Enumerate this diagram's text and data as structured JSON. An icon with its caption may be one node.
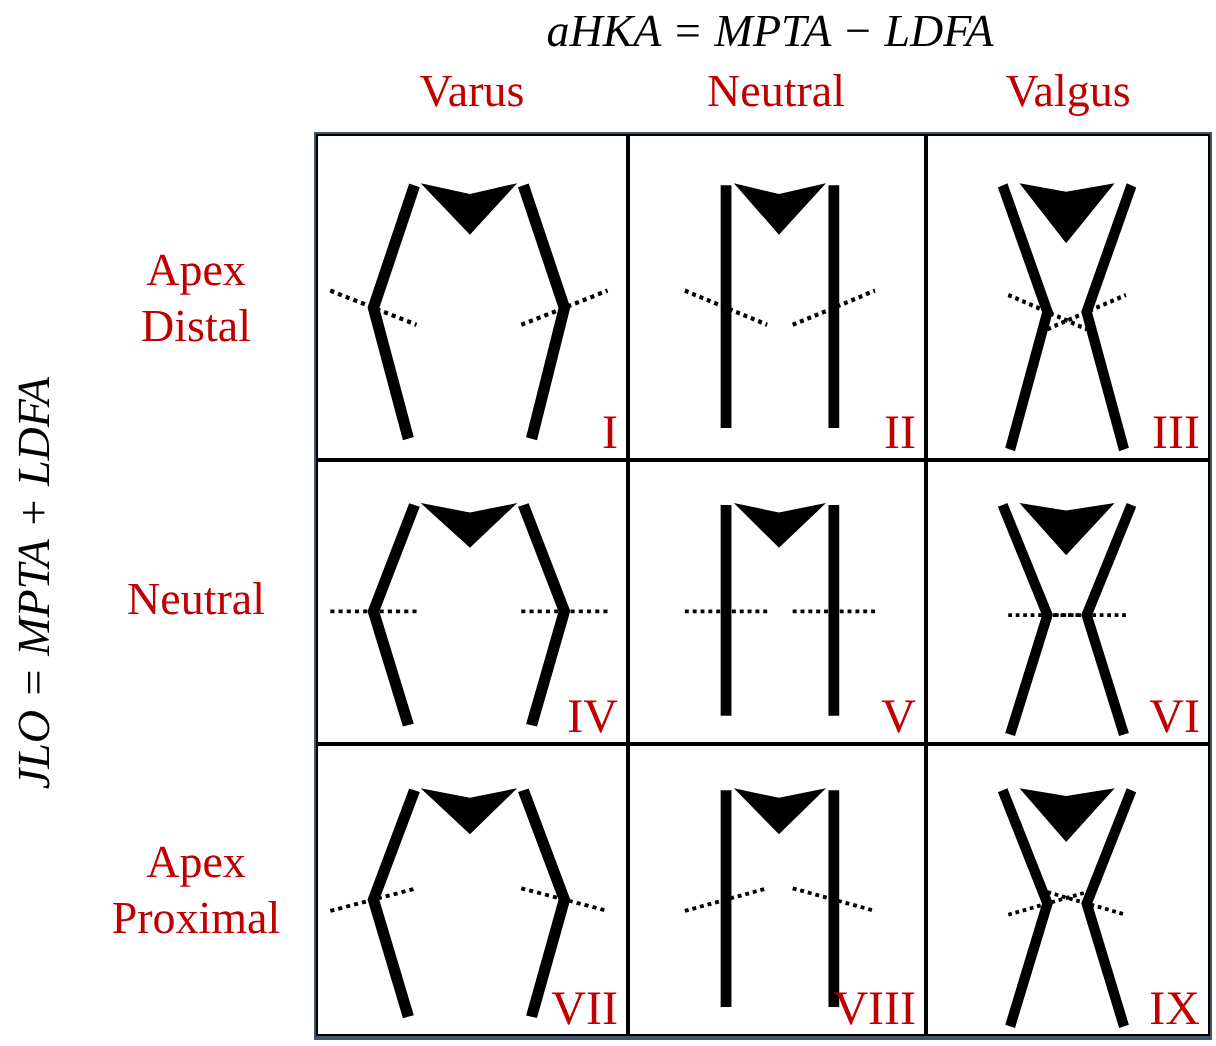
{
  "diagram": {
    "title": "aHKA = MPTA − LDFA",
    "nodes": [
      {
        "text": [
          "I"
        ]
      },
      {
        "text": [
          "II"
        ]
      },
      {
        "text": [
          "III"
        ]
      },
      {
        "text": [
          "IV"
        ]
      },
      {
        "text": [
          "V"
        ]
      },
      {
        "text": [
          "VI"
        ]
      },
      {
        "text": [
          "VII"
        ]
      },
      {
        "text": [
          "VIII"
        ]
      },
      {
        "text": [
          "IX"
        ]
      }
    ],
    "labels": [
      "Varus",
      "Neutral",
      "Valgus",
      "JLO = MPTA + LDFA",
      "Apex Distal",
      "Neutral",
      "Apex Proximal"
    ]
  }
}
